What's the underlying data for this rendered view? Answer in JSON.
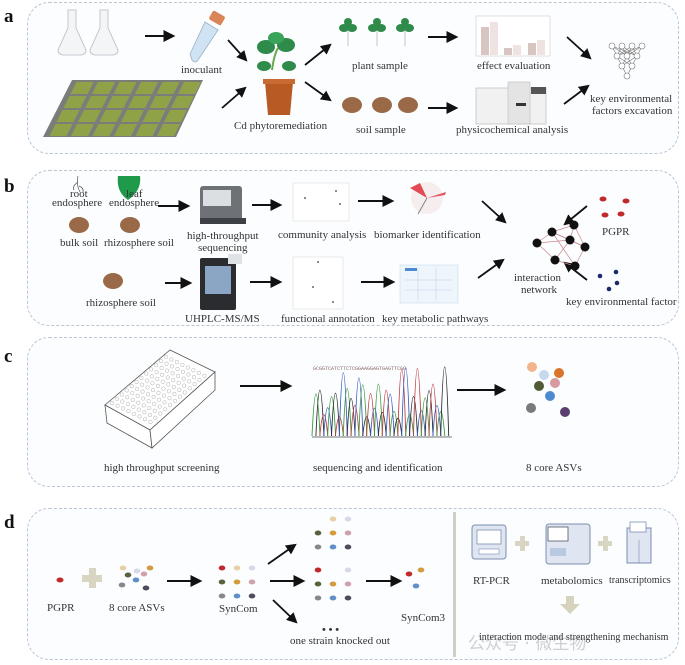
{
  "panels": {
    "a": {
      "label": "a",
      "nodes": {
        "inoculant": "inoculant",
        "phytoremediation": "Cd phytoremediation",
        "plant_sample": "plant sample",
        "soil_sample": "soil sample",
        "effect_evaluation": "effect evaluation",
        "physicochemical": "physicochemical analysis",
        "key_factors_1": "key environmental",
        "key_factors_2": "factors excavation"
      }
    },
    "b": {
      "label": "b",
      "nodes": {
        "root_1": "root",
        "root_2": "endosphere",
        "leaf_1": "leaf",
        "leaf_2": "endosphere",
        "bulk_soil": "bulk soil",
        "rhizo_soil_top": "rhizosphere soil",
        "hts_1": "high-throughput",
        "hts_2": "sequencing",
        "community": "community analysis",
        "biomarker": "biomarker identification",
        "rhizo_soil_bottom": "rhizosphere soil",
        "uhplc": "UHPLC-MS/MS",
        "functional": "functional annotation",
        "pathways": "key metabolic pathways",
        "network_1": "interaction",
        "network_2": "network",
        "pgpr": "PGPR",
        "env_factor": "key environmental factor"
      }
    },
    "c": {
      "label": "c",
      "nodes": {
        "screening": "high throughput screening",
        "sequence_text": "GCGGTCATCTTCTCGGAAGGAGTGAGTTCGG",
        "sequencing": "sequencing and identification",
        "core_asvs": "8 core ASVs"
      },
      "asv_colors": [
        "#f2b48c",
        "#c6d9ee",
        "#d9742a",
        "#4f5a36",
        "#d79aa2",
        "#4d8bd0",
        "#7a7a7a",
        "#5a3f70"
      ]
    },
    "d": {
      "label": "d",
      "nodes": {
        "pgpr": "PGPR",
        "core_asvs": "8 core ASVs",
        "syncom": "SynCom",
        "knockout_dots": "• • •",
        "knockout": "one strain knocked out",
        "syncom3": "SynCom3",
        "rtpcr": "RT-PCR",
        "metabolomics": "metabolomics",
        "transcriptomics": "transcriptomics",
        "mechanism": "interaction mode and strengthening mechanism"
      },
      "strain_colors": [
        "#c0282a",
        "#e8cfa5",
        "#d5dbe6",
        "#58623f",
        "#d49a3b",
        "#cfa1ac",
        "#85888c",
        "#5f8fc6",
        "#4f4a5c"
      ]
    }
  },
  "watermark": "公众号 · 微生物"
}
